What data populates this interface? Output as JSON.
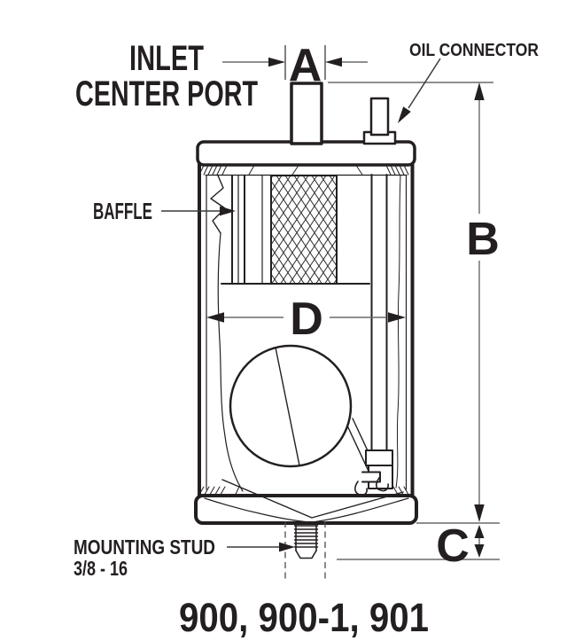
{
  "drawing": {
    "labels": {
      "inlet_line1": "INLET",
      "inlet_line2": "CENTER PORT",
      "oil_connector": "OIL CONNECTOR",
      "baffle": "BAFFLE",
      "mounting_stud_line1": "MOUNTING STUD",
      "mounting_stud_line2": "3/8 - 16"
    },
    "dimensions": {
      "a": "A",
      "b": "B",
      "c": "C",
      "d": "D"
    },
    "title": "900, 900-1, 901",
    "colors": {
      "ink": "#231f20",
      "dimension_line": "#6a6a6a",
      "background": "#ffffff"
    }
  }
}
